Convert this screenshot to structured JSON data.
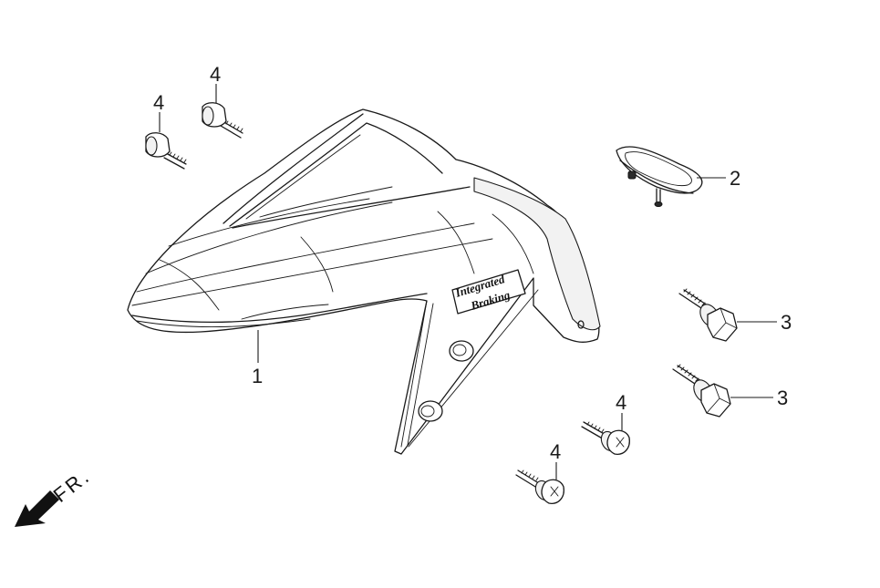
{
  "diagram": {
    "callouts": {
      "fender": "1",
      "grommet": "2",
      "flange_bolt_upper": "3",
      "flange_bolt_lower": "3",
      "screw_top_left": "4",
      "screw_top_center": "4",
      "screw_bottom_upper": "4",
      "screw_bottom_lower": "4"
    },
    "decal": {
      "line1": "Integrated",
      "line2": "Braking"
    },
    "direction": {
      "label": "FR."
    }
  }
}
